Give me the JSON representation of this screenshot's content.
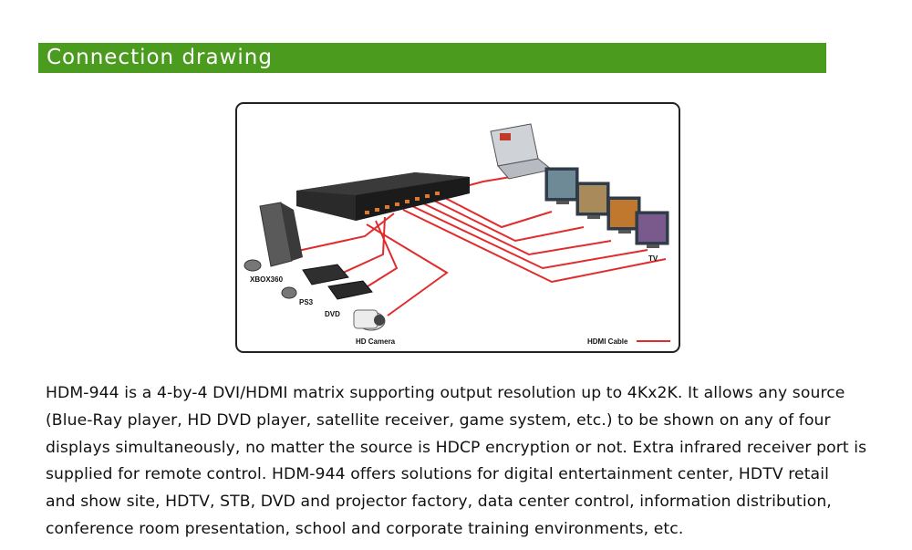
{
  "banner": {
    "title": "Connection drawing"
  },
  "diagram": {
    "labels": {
      "xbox": "XBOX360",
      "ps3": "PS3",
      "dvd": "DVD",
      "camera": "HD Camera",
      "tv": "TV",
      "cable_legend": "HDMI Cable"
    },
    "colors": {
      "cable": "#e02c2c",
      "device": "#222222",
      "banner": "#4a9b1e"
    }
  },
  "description": {
    "lines": [
      "HDM-944 is a 4-by-4 DVI/HDMI matrix supporting output resolution up to 4Kx2K. It allows any source",
      "(Blue-Ray player, HD DVD player, satellite receiver, game system, etc.) to be shown on any of four",
      "displays simultaneously, no matter the source is HDCP encryption or not. Extra infrared receiver port is",
      " supplied for remote control. HDM-944 offers solutions for digital entertainment center, HDTV retail",
      "and show site, HDTV, STB, DVD and projector factory, data center control, information distribution,",
      "conference room presentation, school and corporate training environments, etc."
    ]
  }
}
